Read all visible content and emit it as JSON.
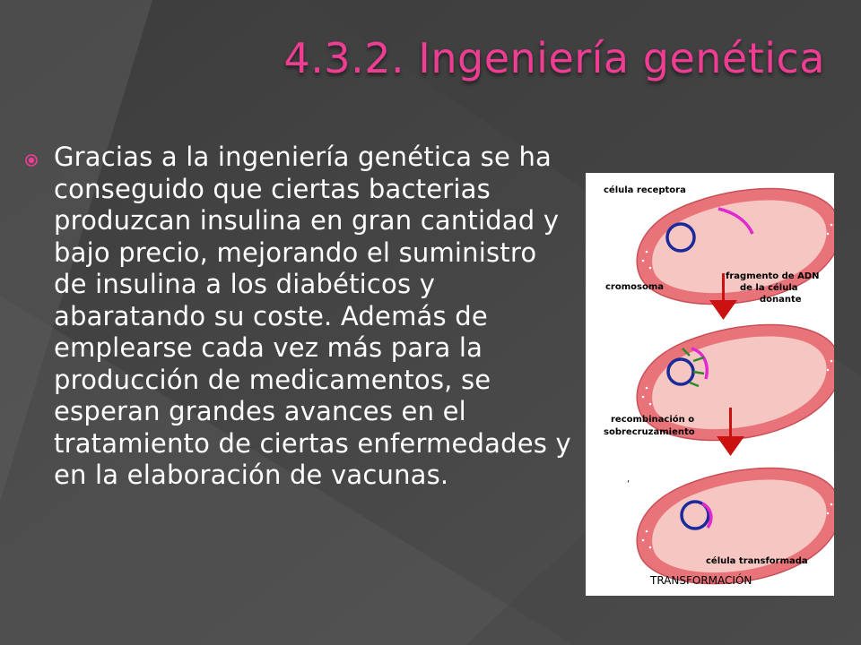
{
  "slide": {
    "title": "4.3.2. Ingeniería genética",
    "body": "Gracias a la ingeniería genética se ha conseguido que ciertas bacterias produzcan insulina en gran cantidad y bajo precio, mejorando el suministro de insulina a los diabéticos y abaratando su coste. Además de emplearse cada vez más para la producción de medicamentos, se esperan grandes avances en el tratamiento de ciertas enfermedades y en la elaboración de vacunas.",
    "bullet_icon": "circle-bullet-icon"
  },
  "figure": {
    "label_cell_receptor": "célula receptora",
    "label_chromosome": "cromosoma",
    "label_fragment_l1": "fragmento de ADN",
    "label_fragment_l2": "de la célula",
    "label_fragment_l3": "donante",
    "label_recomb_l1": "recombinación o",
    "label_recomb_l2": "sobrecruzamiento",
    "label_transformed": "célula transformada",
    "label_transformation": "TRANSFORMACIÓN",
    "stray_mark": "‘"
  },
  "colors": {
    "title": "#ee3d92",
    "text": "#ffffff",
    "background": "#4a4a4a",
    "cell_wall": "#e8747a",
    "cell_inner": "#f5c6c2",
    "chromosome": "#1a2a9a",
    "dna_fragment": "#e02ad0",
    "recomb_green": "#2a8a2a",
    "arrow": "#cc1111"
  }
}
